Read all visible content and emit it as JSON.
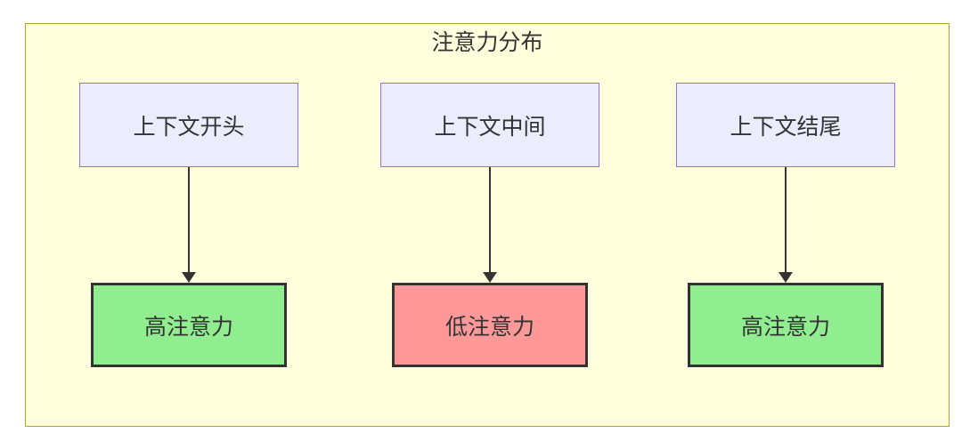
{
  "diagram": {
    "type": "flowchart",
    "title": "注意力分布",
    "colors": {
      "page_bg": "#ffffff",
      "container_fill": "#ffffde",
      "container_border": "#aaaa33",
      "source_node_fill": "#ececff",
      "source_node_border": "#9370db",
      "result_node_border": "#333333",
      "high_attention_fill": "#90ee90",
      "low_attention_fill": "#ff9999",
      "text": "#333333",
      "arrow": "#333333"
    },
    "columns": [
      {
        "source_label": "上下文开头",
        "result_label": "高注意力",
        "attention": "high",
        "result_fill": "#90ee90"
      },
      {
        "source_label": "上下文中间",
        "result_label": "低注意力",
        "attention": "low",
        "result_fill": "#ff9999"
      },
      {
        "source_label": "上下文结尾",
        "result_label": "高注意力",
        "attention": "high",
        "result_fill": "#90ee90"
      }
    ]
  }
}
